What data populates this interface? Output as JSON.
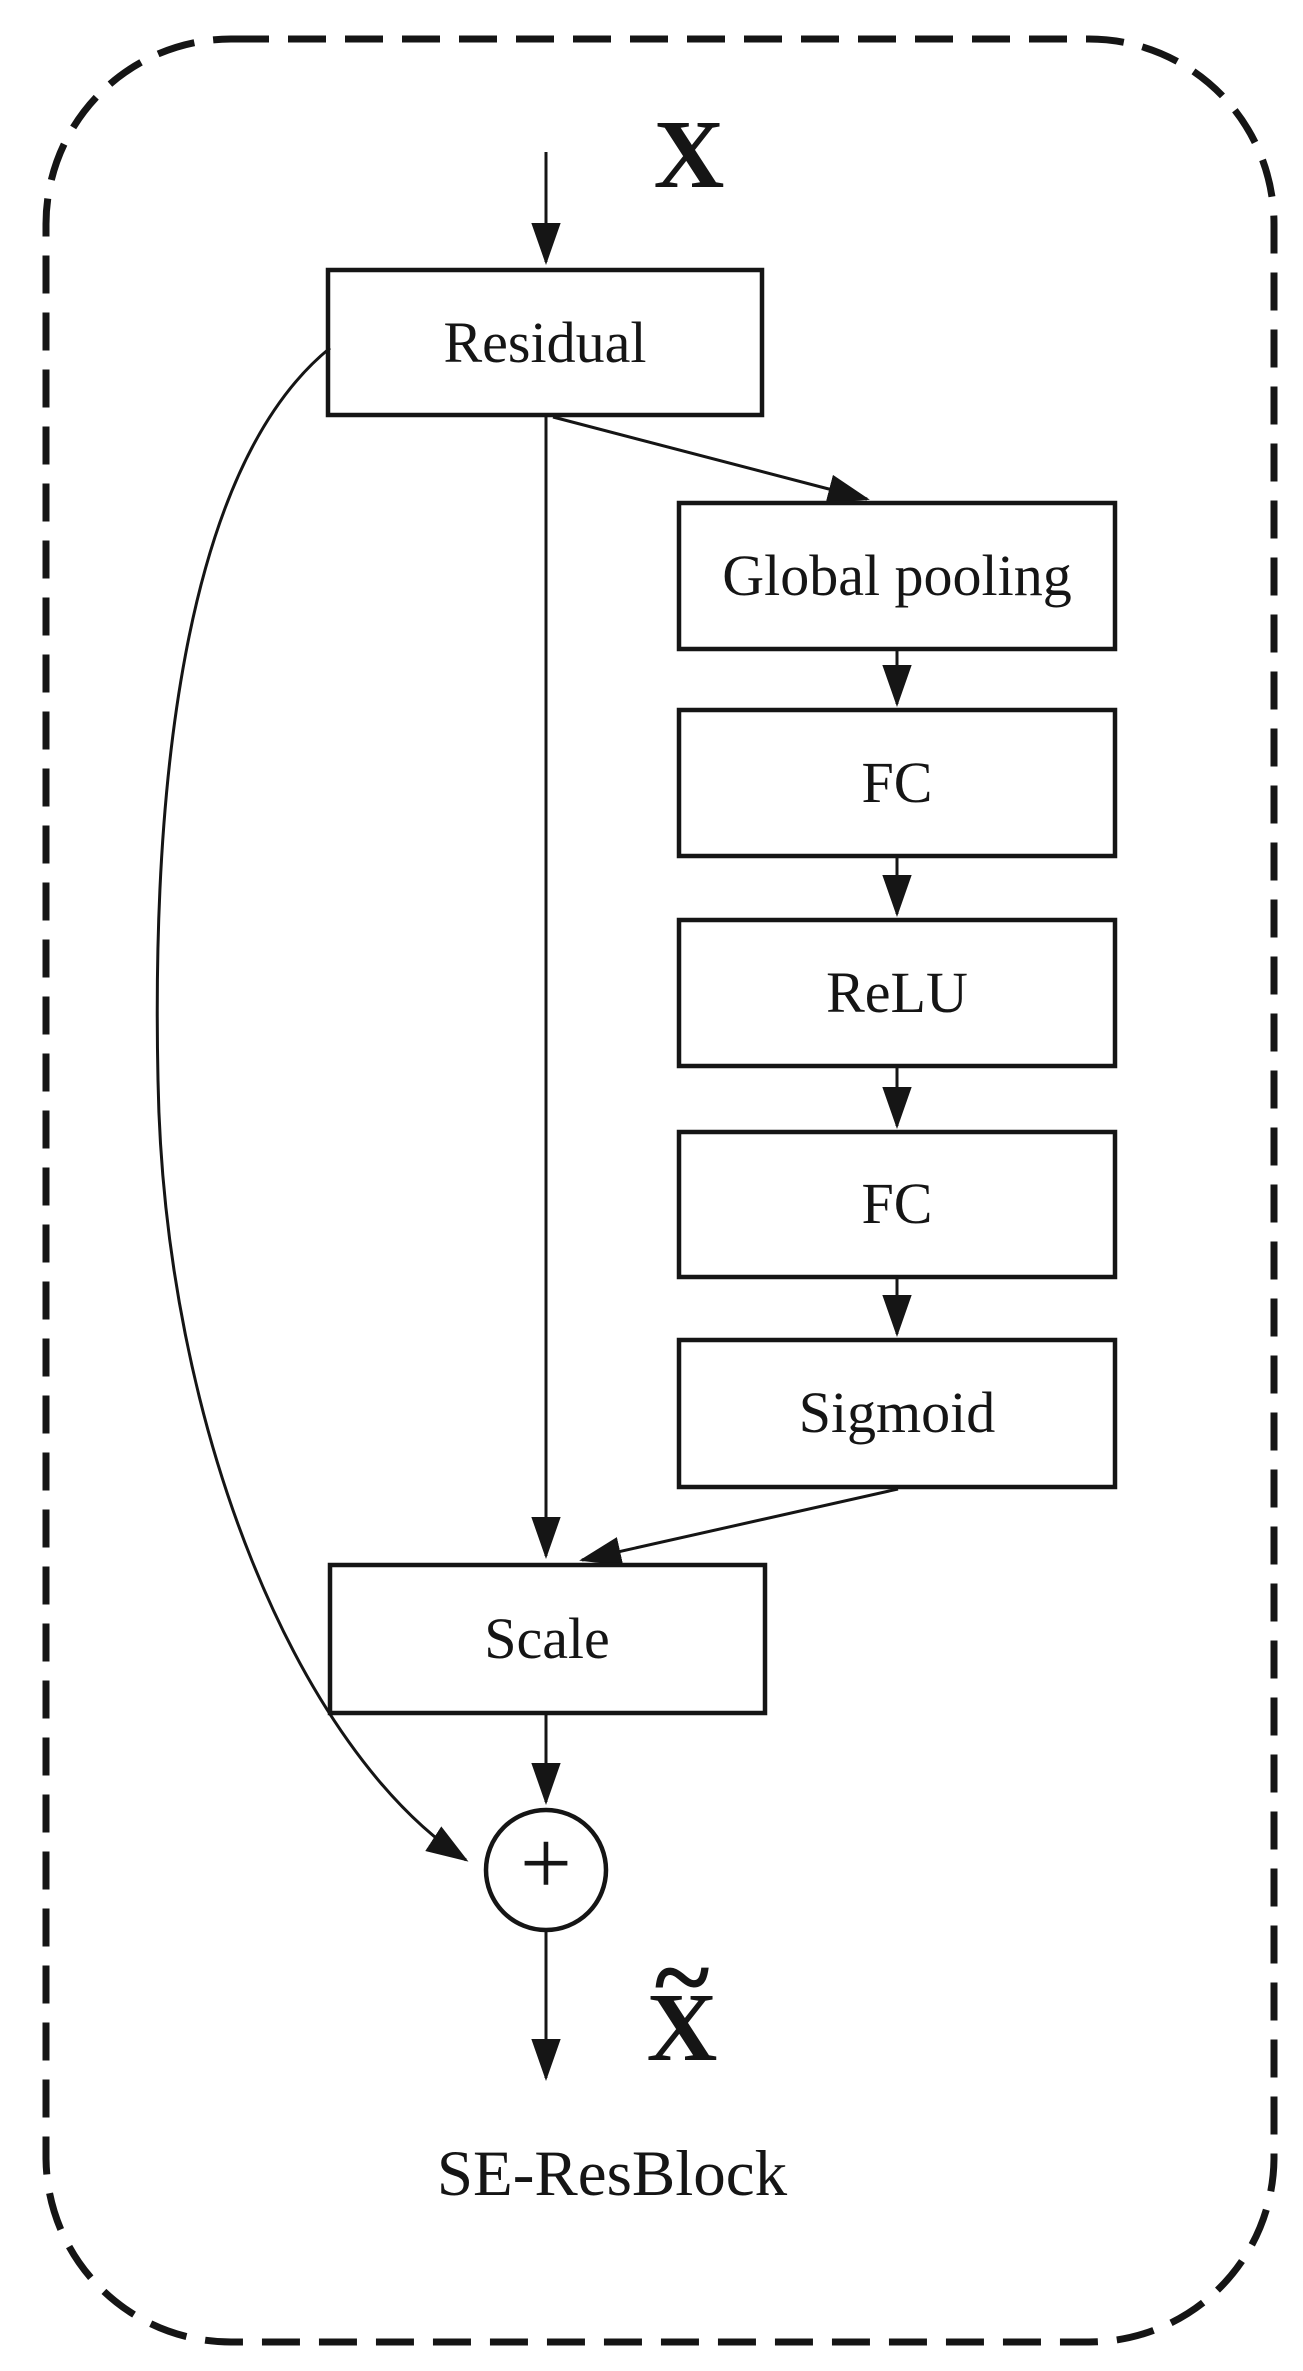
{
  "figure": {
    "title": "SE-ResBlock",
    "input_label": "X",
    "output_label": {
      "base": "X",
      "tilde": "~"
    },
    "add_symbol": "+",
    "nodes": {
      "residual": "Residual",
      "global_pooling": "Global pooling",
      "fc1": "FC",
      "relu": "ReLU",
      "fc2": "FC",
      "sigmoid": "Sigmoid",
      "scale": "Scale"
    },
    "colors": {
      "ink": "#151515",
      "background": "#ffffff"
    }
  }
}
